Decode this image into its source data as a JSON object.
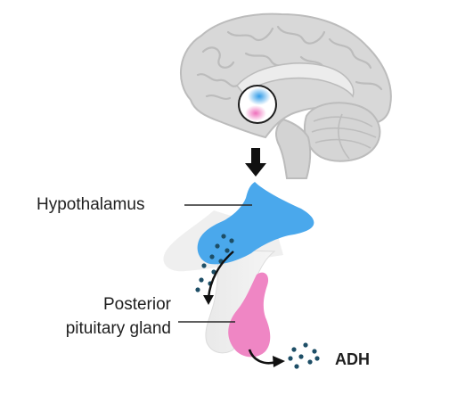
{
  "labels": {
    "hypothalamus": "Hypothalamus",
    "posterior_line1": "Posterior",
    "posterior_line2": "pituitary gland",
    "hormone": "ADH"
  },
  "colors": {
    "brain_fill": "#d9d9d9",
    "brain_stroke": "#bdbdbd",
    "hypothalamus_blue": "#4aa8ec",
    "pituitary_pink": "#ef86c4",
    "vesicle_dot": "#1d4e66",
    "text": "#1f1f1f",
    "arrow": "#111111"
  },
  "icons": [
    "brain-icon",
    "down-arrow-icon",
    "curved-arrow-icon"
  ]
}
